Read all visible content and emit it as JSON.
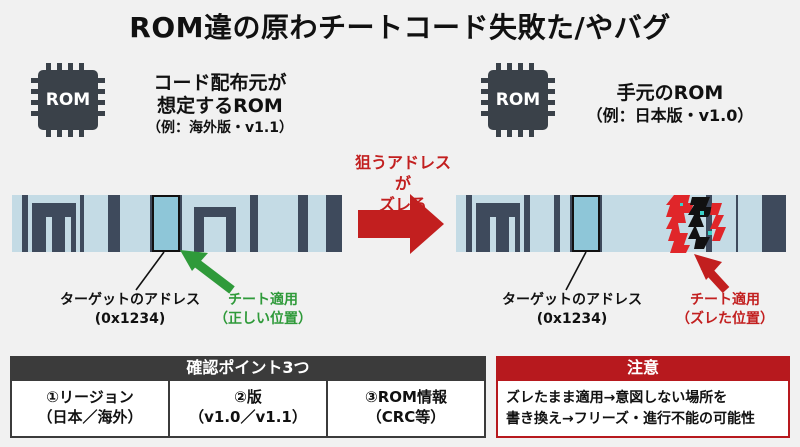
{
  "title": "ROM違の原わチートコード失敗た/やバグ",
  "left": {
    "chip_label": "ROM",
    "caption_line1": "コード配布元が",
    "caption_line2": "想定するROM",
    "caption_line3": "（例：海外版・v1.1）",
    "target_line1": "ターゲットのアドレス",
    "target_line2": "(0x1234)",
    "cheat_line1": "チート適用",
    "cheat_line2": "（正しい位置）"
  },
  "middle": {
    "arrow_line1": "狙うアドレスが",
    "arrow_line2": "ズレる"
  },
  "right": {
    "chip_label": "ROM",
    "caption_line1": "手元のROM",
    "caption_line2": "（例：日本版・v1.0）",
    "target_line1": "ターゲットのアドレス",
    "target_line2": "(0x1234)",
    "cheat_line1": "チート適用",
    "cheat_line2": "（ズレた位置）"
  },
  "checkpoints": {
    "title": "確認ポイント3つ",
    "items": [
      {
        "line1": "①リージョン",
        "line2": "（日本／海外）"
      },
      {
        "line1": "②版",
        "line2": "（v1.0／v1.1）"
      },
      {
        "line1": "③ROM情報",
        "line2": "（CRC等）"
      }
    ]
  },
  "warning": {
    "title": "注意",
    "line1": "ズレたまま適用→意図しない場所を",
    "line2": "書き換え→フリーズ・進行不能の可能性"
  },
  "colors": {
    "memory_dark": "#3e4a5c",
    "memory_light": "#c4dbe5",
    "target_fill": "#8ec6d8",
    "green": "#2f9a3a",
    "red": "#c21f1f",
    "panel_dark": "#3b3b3b"
  }
}
